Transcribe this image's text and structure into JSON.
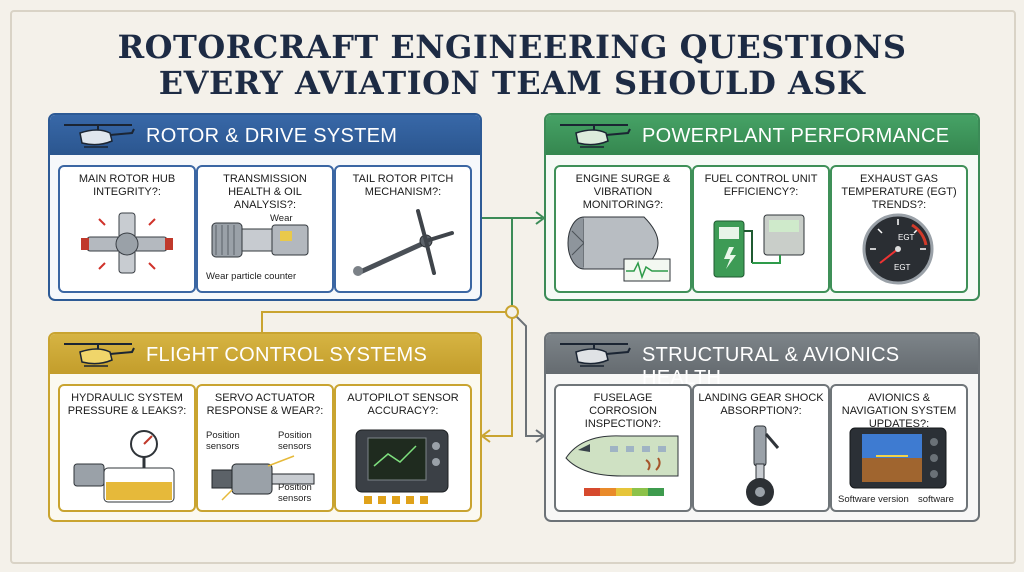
{
  "title": {
    "line1": "ROTORCRAFT ENGINEERING QUESTIONS",
    "line2": "EVERY AVIATION TEAM SHOULD ASK"
  },
  "sections": {
    "rotor": {
      "heading": "ROTOR & DRIVE SYSTEM",
      "color": "#2d5a95",
      "cards": [
        {
          "question": "MAIN ROTOR HUB INTEGRITY?:",
          "icon": "rotor-hub-icon"
        },
        {
          "question": "TRANSMISSION HEALTH & OIL ANALYSIS?:",
          "icon": "gearbox-icon",
          "labels": [
            "Wear",
            "Wear particle counter"
          ]
        },
        {
          "question": "TAIL ROTOR PITCH MECHANISM?:",
          "icon": "tail-rotor-icon"
        }
      ]
    },
    "powerplant": {
      "heading": "POWERPLANT PERFORMANCE",
      "color": "#3b8b57",
      "cards": [
        {
          "question": "ENGINE SURGE & VIBRATION MONITORING?:",
          "icon": "turbine-engine-icon"
        },
        {
          "question": "FUEL CONTROL UNIT EFFICIENCY?:",
          "icon": "fuel-pump-icon"
        },
        {
          "question": "EXHAUST GAS TEMPERATURE (EGT) TRENDS?:",
          "icon": "egt-gauge-icon",
          "labels": [
            "EGT",
            "EGT"
          ]
        }
      ]
    },
    "flight": {
      "heading": "FLIGHT CONTROL SYSTEMS",
      "color": "#c9a430",
      "cards": [
        {
          "question": "HYDRAULIC SYSTEM PRESSURE & LEAKS?:",
          "icon": "hydraulic-pump-icon"
        },
        {
          "question": "SERVO ACTUATOR RESPONSE & WEAR?:",
          "icon": "servo-actuator-icon",
          "labels": [
            "Position sensors",
            "Position sensors",
            "Position sensors"
          ]
        },
        {
          "question": "AUTOPILOT SENSOR ACCURACY?:",
          "icon": "autopilot-display-icon"
        }
      ]
    },
    "structural": {
      "heading": "STRUCTURAL & AVIONICS HEALTH",
      "color": "#6c7277",
      "cards": [
        {
          "question": "FUSELAGE CORROSION INSPECTION?:",
          "icon": "fuselage-icon"
        },
        {
          "question": "LANDING GEAR SHOCK ABSORPTION?:",
          "icon": "landing-gear-icon"
        },
        {
          "question": "AVIONICS & NAVIGATION SYSTEM UPDATES?:",
          "icon": "avionics-display-icon",
          "labels": [
            "Software version",
            "software"
          ]
        }
      ]
    }
  }
}
